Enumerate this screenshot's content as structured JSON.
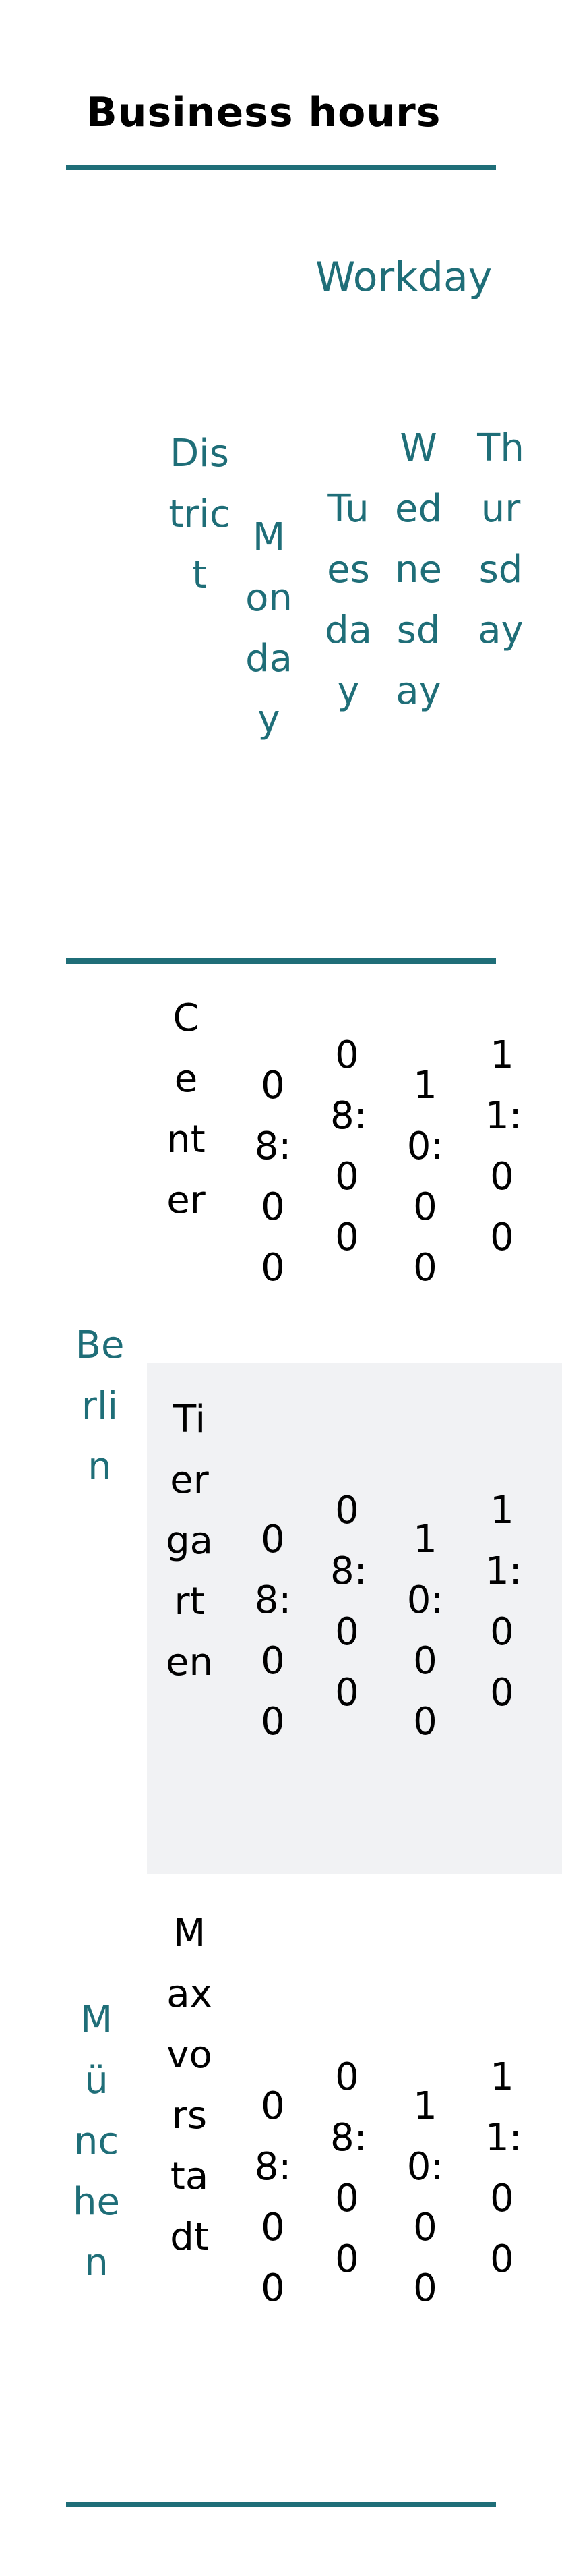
{
  "page": {
    "title": "Business hours"
  },
  "table": {
    "group_header": "Workday",
    "columns": {
      "district": "District",
      "monday": "Monday",
      "tuesday": "Tuesday",
      "wednesday": "Wednesday",
      "thursday": "Thursday"
    },
    "cities": {
      "berlin": "Berlin",
      "munchen": "München"
    },
    "rows": [
      {
        "district": "Center",
        "monday": "08:00",
        "tuesday": "08:00",
        "wednesday": "10:00",
        "thursday": "11:00"
      },
      {
        "district": "Tiergarten",
        "monday": "08:00",
        "tuesday": "08:00",
        "wednesday": "10:00",
        "thursday": "11:00"
      },
      {
        "district": "Maxvorstadt",
        "monday": "08:00",
        "tuesday": "08:00",
        "wednesday": "10:00",
        "thursday": "11:00"
      }
    ]
  },
  "colors": {
    "accent": "#1f6e78",
    "stripe": "#f1f2f4"
  }
}
